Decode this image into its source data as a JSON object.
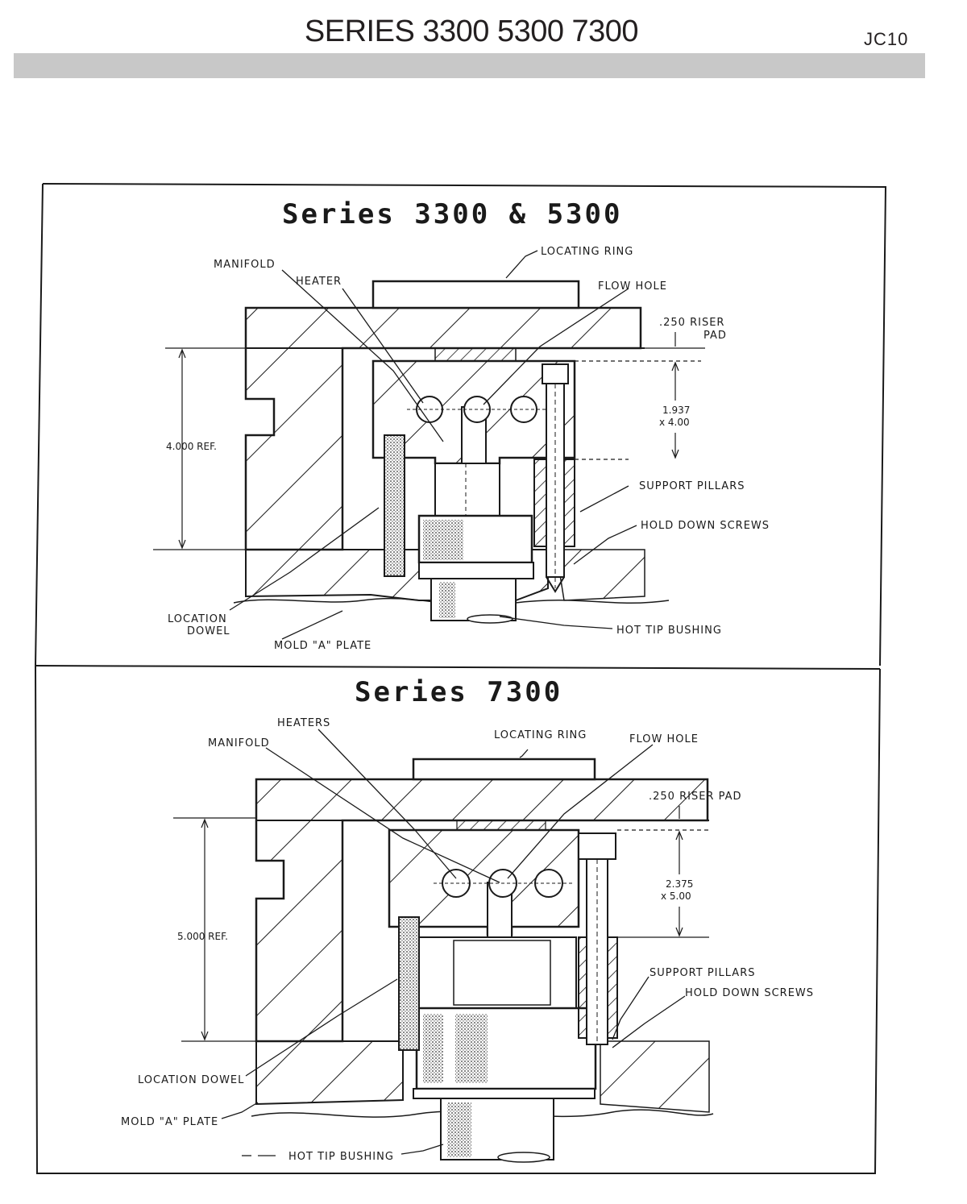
{
  "header": {
    "title": "SERIES  3300  5300  7300",
    "code": "JC10"
  },
  "section_top": {
    "title": "Series 3300 & 5300",
    "labels": {
      "locating_ring": "LOCATING RING",
      "manifold": "MANIFOLD",
      "heater": "HEATER",
      "flow_hole": "FLOW HOLE",
      "riser_pad_1": ".250 RISER",
      "riser_pad_2": "PAD",
      "dim_ref": "4.000 REF.",
      "dim_a": "1.937",
      "dim_b": "x 4.00",
      "support_pillars": "SUPPORT PILLARS",
      "hold_down_screws": "HOLD DOWN SCREWS",
      "location_dowel_1": "LOCATION",
      "location_dowel_2": "DOWEL",
      "mold_plate": "MOLD \"A\" PLATE",
      "hot_tip_bushing": "HOT TIP BUSHING"
    }
  },
  "section_bottom": {
    "title": "Series 7300",
    "labels": {
      "heaters": "HEATERS",
      "manifold": "MANIFOLD",
      "locating_ring": "LOCATING RING",
      "flow_hole": "FLOW HOLE",
      "riser_pad": ".250 RISER PAD",
      "dim_ref": "5.000 REF.",
      "dim_a": "2.375",
      "dim_b": "x 5.00",
      "support_pillars": "SUPPORT PILLARS",
      "hold_down_screws": "HOLD DOWN SCREWS",
      "location_dowel": "LOCATION DOWEL",
      "mold_plate": "MOLD \"A\" PLATE",
      "hot_tip_bushing": "HOT TIP BUSHING"
    }
  }
}
